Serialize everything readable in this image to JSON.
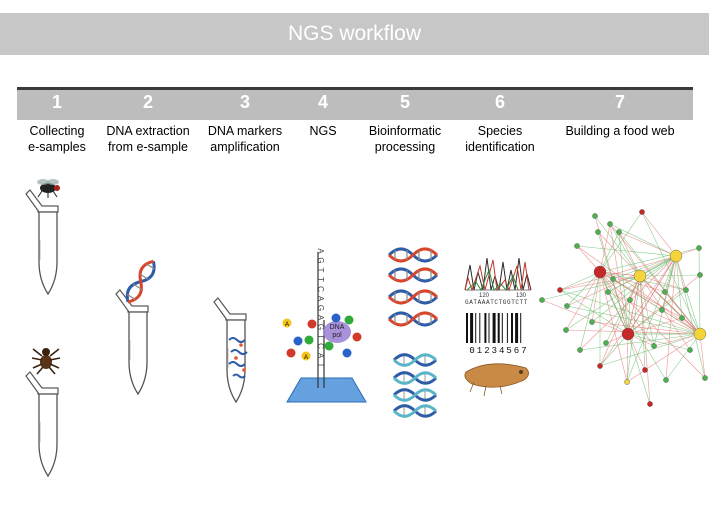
{
  "title": "NGS workflow",
  "steps": [
    {
      "num": "1",
      "label": "Collecting\ne-samples"
    },
    {
      "num": "2",
      "label": "DNA extraction\nfrom e-sample"
    },
    {
      "num": "3",
      "label": "DNA markers\namplification"
    },
    {
      "num": "4",
      "label": "NGS"
    },
    {
      "num": "5",
      "label": "Bioinformatic\nprocessing"
    },
    {
      "num": "6",
      "label": "Species\nidentification"
    },
    {
      "num": "7",
      "label": "Building a food web"
    }
  ],
  "ngs": {
    "sequence": [
      "A",
      "G",
      "T",
      "T",
      "C",
      "A",
      "G",
      "A",
      "G",
      "T",
      "C",
      "A",
      "T"
    ],
    "polymerase_label": "DNA\npol"
  },
  "species_id": {
    "tick_left": "120",
    "tick_right": "130",
    "sequence": "GATAAATCTGGTCTT",
    "barcode_digits": "01234567"
  },
  "colors": {
    "title_bg": "#c7c7c7",
    "step_bar": "#bdbdbd",
    "network_green": "#4caf50",
    "network_red": "#c62828",
    "network_yellow": "#f5d33b"
  }
}
